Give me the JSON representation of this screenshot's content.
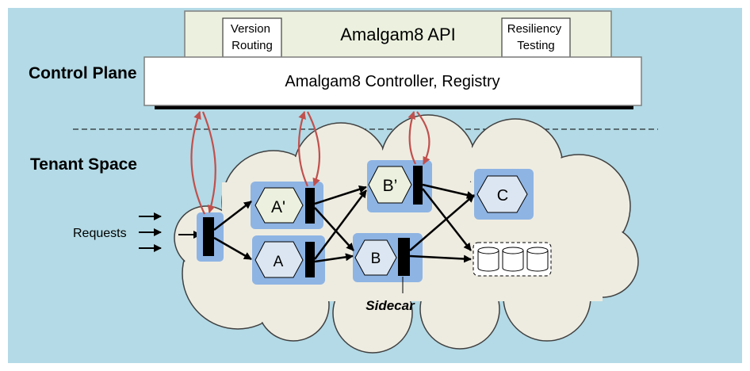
{
  "colors": {
    "background": "#b3dae6",
    "api_box": "#ebf1de",
    "controller_box": "#ffffff",
    "cloud": "#eeece1",
    "service_group": "#8eb4e3",
    "hexagon_v1": "#dce6f2",
    "hexagon_v2": "#ebf1de",
    "sidecar": "#000000",
    "control_arrows": "#c0504d",
    "data_arrows": "#000000"
  },
  "control_plane": {
    "label": "Control Plane",
    "api_label": "Amalgam8 API",
    "version_routing": [
      "Version",
      "Routing"
    ],
    "resiliency_testing": [
      "Resiliency",
      "Testing"
    ],
    "controller_label": "Amalgam8 Controller, Registry"
  },
  "tenant_space": {
    "label": "Tenant Space",
    "requests_label": "Requests",
    "sidecar_label": "Sidecar",
    "services": {
      "a_prime": "A'",
      "a": "A",
      "b_prime": "B’",
      "b": "B",
      "c": "C"
    },
    "icons": {
      "database": "database-cluster-icon",
      "service": "hexagon-service-icon",
      "sidecar": "sidecar-bar-icon"
    }
  }
}
